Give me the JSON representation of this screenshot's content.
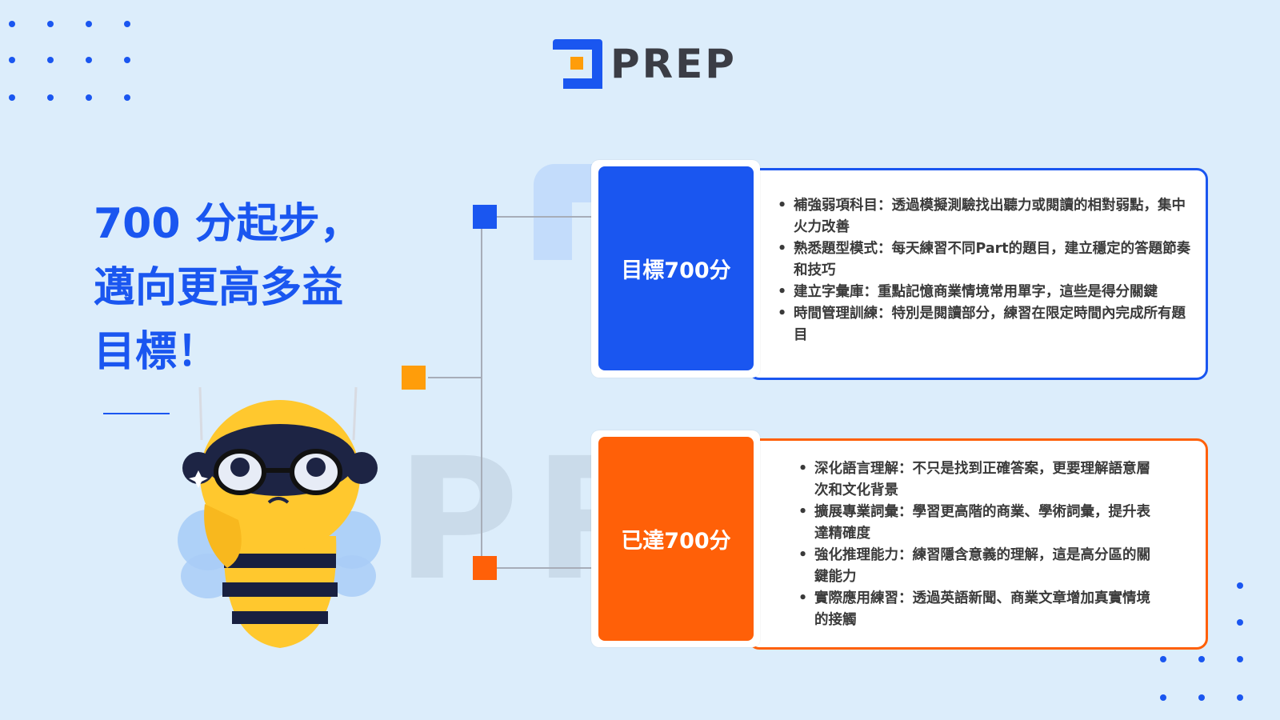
{
  "brand": {
    "name": "PREP",
    "colors": {
      "blue": "#1a56f0",
      "orange": "#ff6008",
      "amber": "#ff9d0a",
      "text": "#3b3d45"
    }
  },
  "headline": {
    "line1": "700 分起步，",
    "line2": "邁向更高多益",
    "line3": "目標！"
  },
  "watermark": "PREP",
  "cards": [
    {
      "label": "目標700分",
      "items": [
        "補強弱項科目：透過模擬測驗找出聽力或閱讀的相對弱點，集中火力改善",
        "熟悉題型模式：每天練習不同Part的題目，建立穩定的答題節奏和技巧",
        "建立字彙庫：重點記憶商業情境常用單字，這些是得分關鍵",
        "時間管理訓練：特別是閱讀部分，練習在限定時間內完成所有題目"
      ]
    },
    {
      "label": "已達700分",
      "items": [
        "深化語言理解：不只是找到正確答案，更要理解語意層次和文化背景",
        "擴展專業詞彙：學習更高階的商業、學術詞彙，提升表達精確度",
        "強化推理能力：練習隱含意義的理解，這是高分區的關鍵能力",
        "實際應用練習：透過英語新聞、商業文章增加真實情境的接觸"
      ]
    }
  ]
}
